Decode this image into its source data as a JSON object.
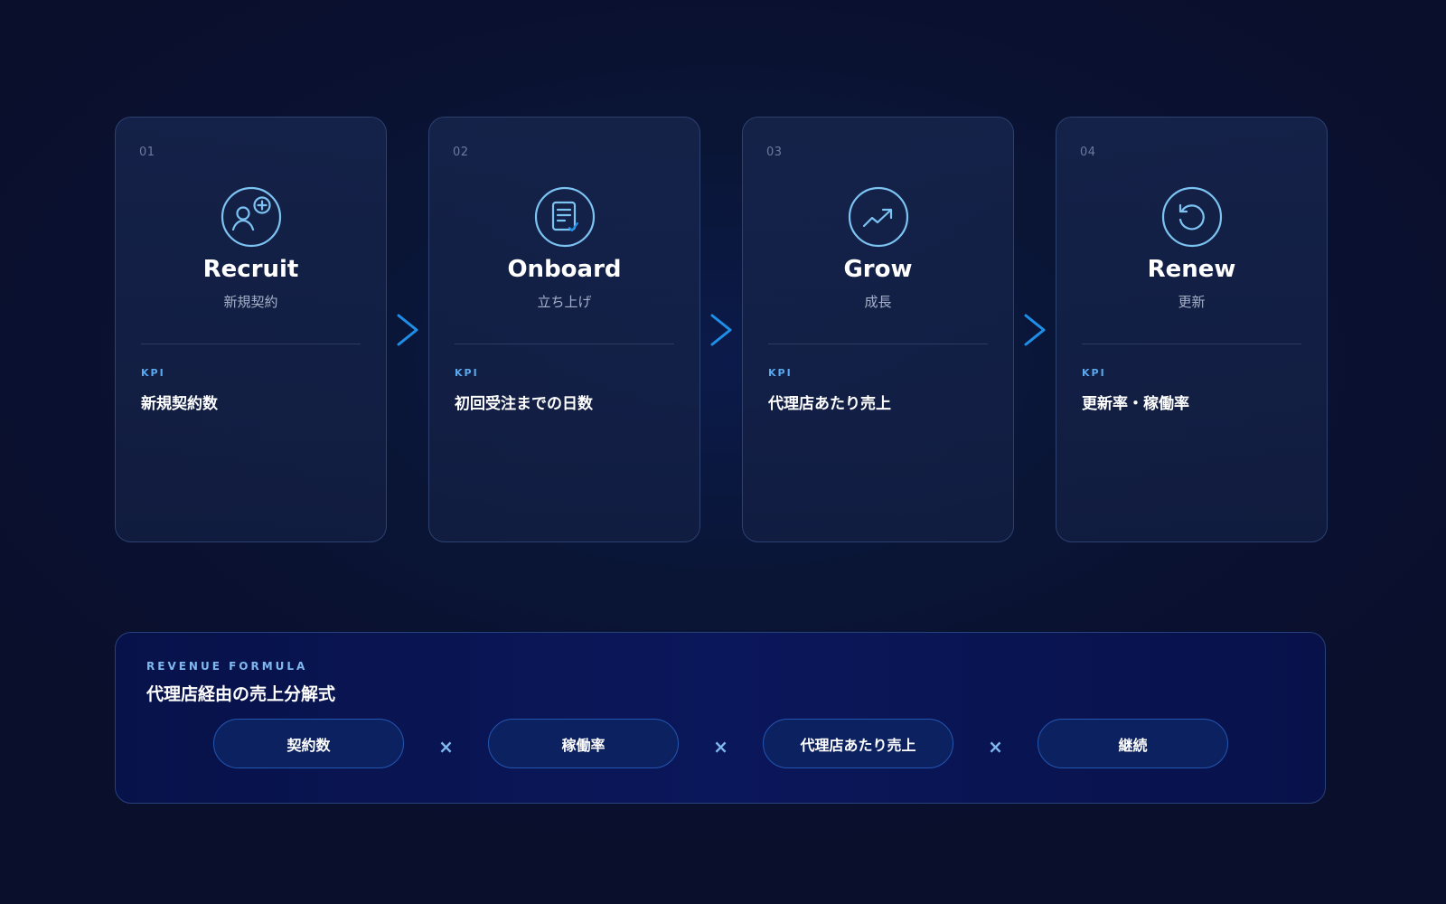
{
  "colors": {
    "accent": "#1e8fe8",
    "icon": "#7cc3f2",
    "card_border": "#2c4170",
    "pill_border": "#2356b0"
  },
  "stages": [
    {
      "number": "01",
      "title": "Recruit",
      "subtitle": "新規契約",
      "kpi_label": "KPI",
      "kpi": "新規契約数",
      "icon": "user-add-icon"
    },
    {
      "number": "02",
      "title": "Onboard",
      "subtitle": "立ち上げ",
      "kpi_label": "KPI",
      "kpi": "初回受注までの日数",
      "icon": "document-check-icon"
    },
    {
      "number": "03",
      "title": "Grow",
      "subtitle": "成長",
      "kpi_label": "KPI",
      "kpi": "代理店あたり売上",
      "icon": "trend-up-icon"
    },
    {
      "number": "04",
      "title": "Renew",
      "subtitle": "更新",
      "kpi_label": "KPI",
      "kpi": "更新率・稼働率",
      "icon": "refresh-icon"
    }
  ],
  "arrows": {
    "icon": "chevron-right-icon"
  },
  "formula": {
    "label": "REVENUE FORMULA",
    "title": "代理店経由の売上分解式",
    "terms": [
      "契約数",
      "稼働率",
      "代理店あたり売上",
      "継続"
    ],
    "operator": "×"
  }
}
